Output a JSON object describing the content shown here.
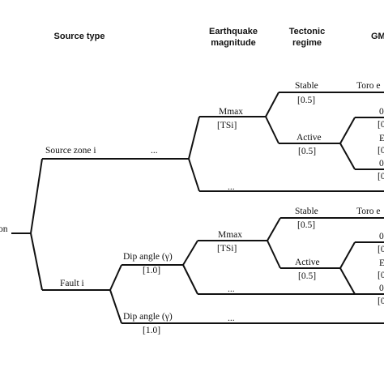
{
  "headers": {
    "source_type": "Source type",
    "magnitude_line1": "Earthquake",
    "magnitude_line2": "magnitude",
    "tectonic_line1": "Tectonic",
    "tectonic_line2": "regime",
    "gmpe": "GM"
  },
  "root": {
    "label": "on"
  },
  "source_zone": {
    "label": "Source zone i",
    "ellipsis": "...",
    "mmax_label": "Mmax",
    "mmax_weight": "[TSi]",
    "branch_ellipsis": "...",
    "stable_label": "Stable",
    "stable_weight": "[0.5]",
    "stable_gmpe": "Toro e",
    "active_label": "Active",
    "active_weight": "[0.5]",
    "gmpe_leaves": [
      "0",
      "[0",
      "E",
      "[0",
      "0",
      "[0"
    ]
  },
  "fault": {
    "label": "Fault i",
    "dip1_label": "Dip angle (γ)",
    "dip1_weight": "[1.0]",
    "mmax_label": "Mmax",
    "mmax_weight": "[TSi]",
    "branch_ellipsis": "...",
    "stable_label": "Stable",
    "stable_weight": "[0.5]",
    "stable_gmpe": "Toro e",
    "active_label": "Active",
    "active_weight": "[0.5]",
    "gmpe_leaves": [
      "0",
      "[0",
      "E",
      "[0",
      "0",
      "[0"
    ],
    "dip2_label": "Dip angle (γ)",
    "dip2_weight": "[1.0]",
    "dip2_ellipsis": "..."
  }
}
